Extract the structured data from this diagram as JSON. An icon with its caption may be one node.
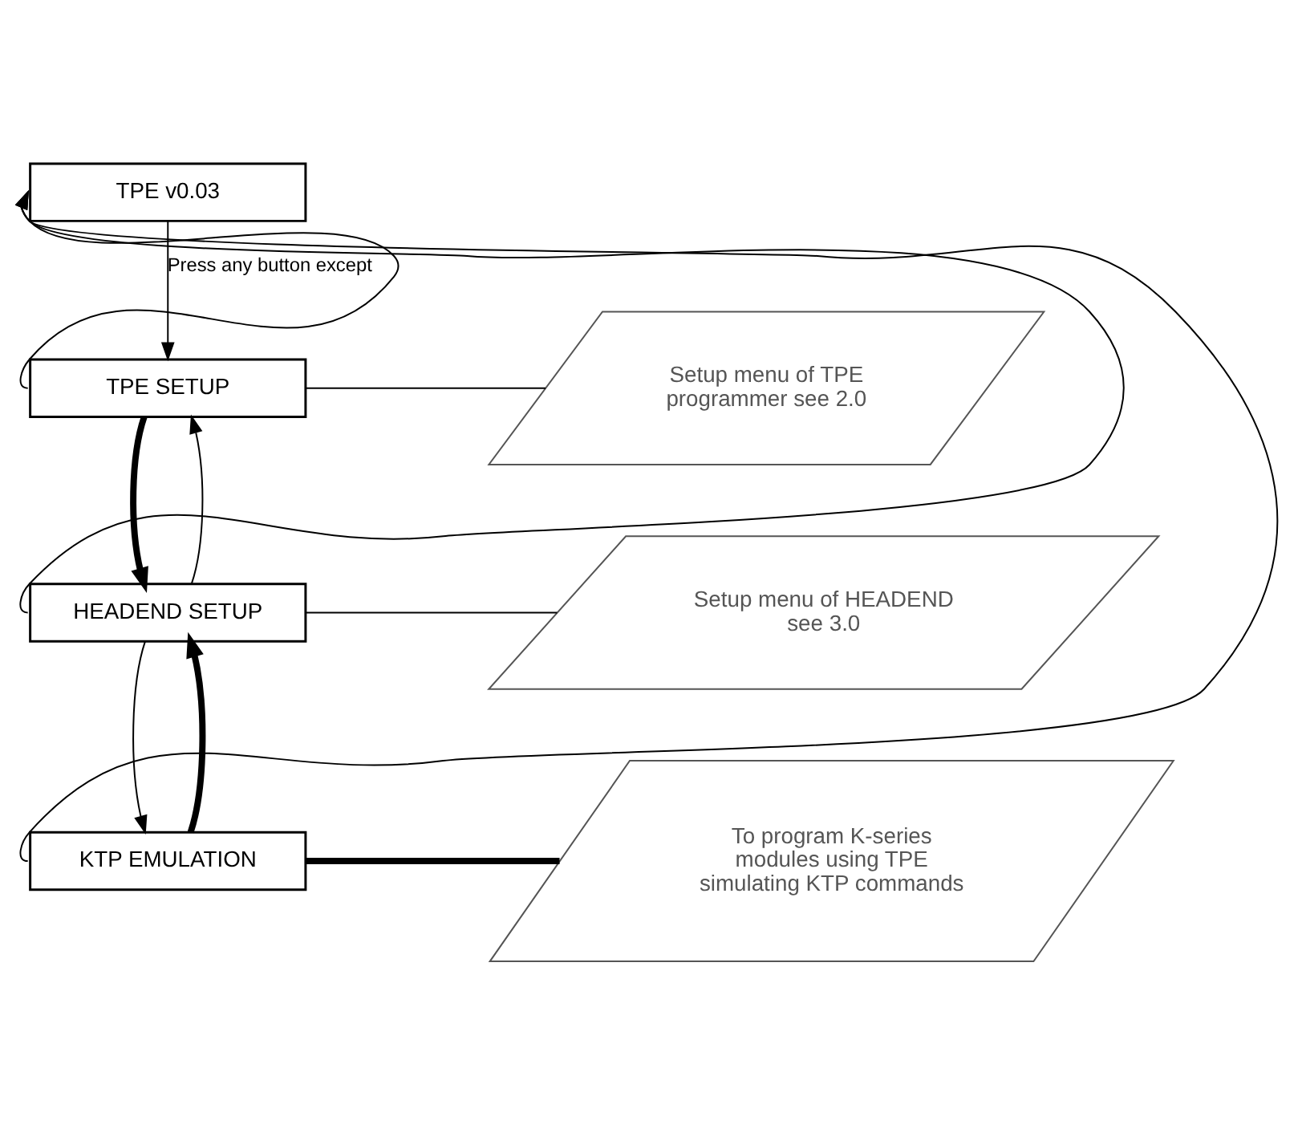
{
  "diagram": {
    "nodes": [
      {
        "text": [
          "TPE v0.03"
        ]
      },
      {
        "text": [
          "TPE SETUP"
        ]
      },
      {
        "text": [
          "HEADEND SETUP"
        ]
      },
      {
        "text": [
          "KTP EMULATION"
        ]
      },
      {
        "text": [
          "Setup menu of TPE programmer see 2.0"
        ]
      },
      {
        "text": [
          "Setup menu of HEADEND see 3.0"
        ]
      },
      {
        "text": [
          "To program K-series modules using TPE simulating KTP commands"
        ]
      }
    ],
    "edges": [
      {
        "from": 0,
        "to": 1,
        "arrow": "to",
        "label": "Press any button except"
      },
      {
        "from": 1,
        "to": 0,
        "arrow": "to"
      },
      {
        "from": 2,
        "to": 0,
        "arrow": "to"
      },
      {
        "from": 3,
        "to": 0,
        "arrow": "to"
      },
      {
        "from": 1,
        "to": 2,
        "arrow": "to",
        "style": "thick"
      },
      {
        "from": 2,
        "to": 1,
        "arrow": "to"
      },
      {
        "from": 2,
        "to": 3,
        "arrow": "to"
      },
      {
        "from": 3,
        "to": 2,
        "arrow": "to",
        "style": "thick"
      },
      {
        "from": 1,
        "to": 4,
        "arrow": "none"
      },
      {
        "from": 2,
        "to": 5,
        "arrow": "none"
      },
      {
        "from": 3,
        "to": 6,
        "arrow": "none",
        "style": "thick"
      }
    ]
  }
}
